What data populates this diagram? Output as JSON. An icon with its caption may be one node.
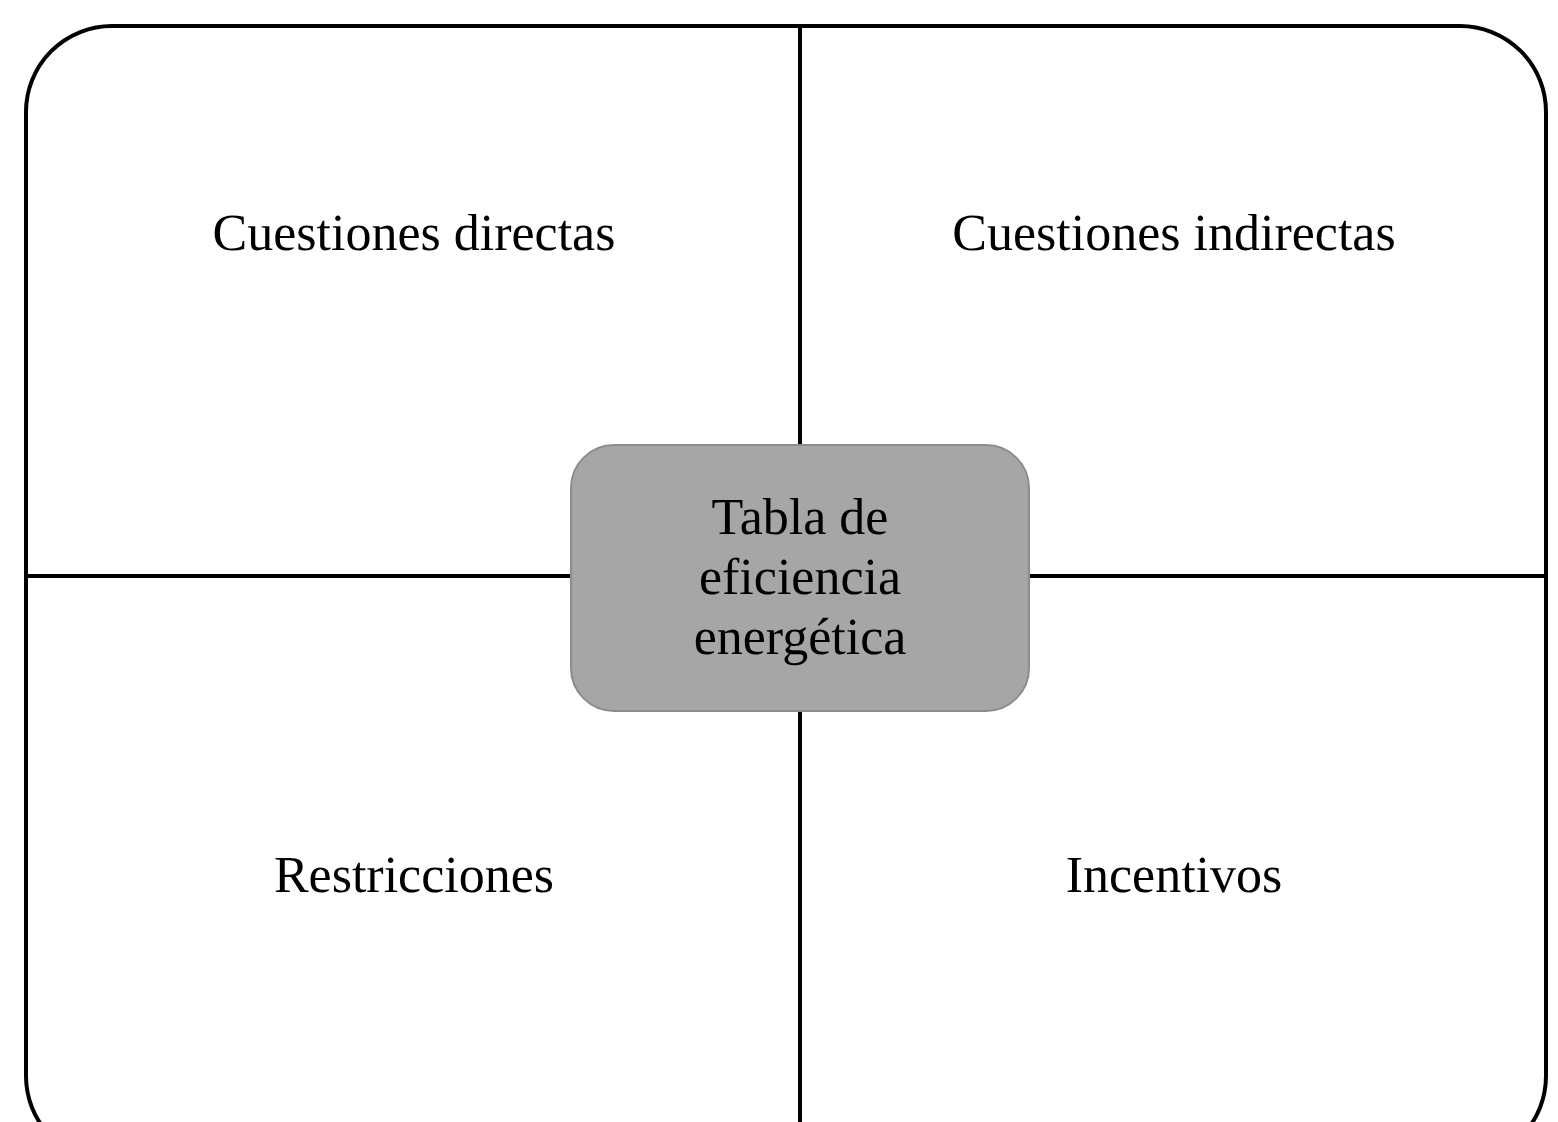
{
  "diagram": {
    "nodes": [
      {
        "text": [
          "Cuestiones directas"
        ]
      },
      {
        "text": [
          "Cuestiones indirectas"
        ]
      },
      {
        "text": [
          "Restricciones"
        ]
      },
      {
        "text": [
          "Incentivos"
        ]
      },
      {
        "text": [
          "Tabla de eficiencia energética"
        ]
      }
    ],
    "edges": []
  }
}
